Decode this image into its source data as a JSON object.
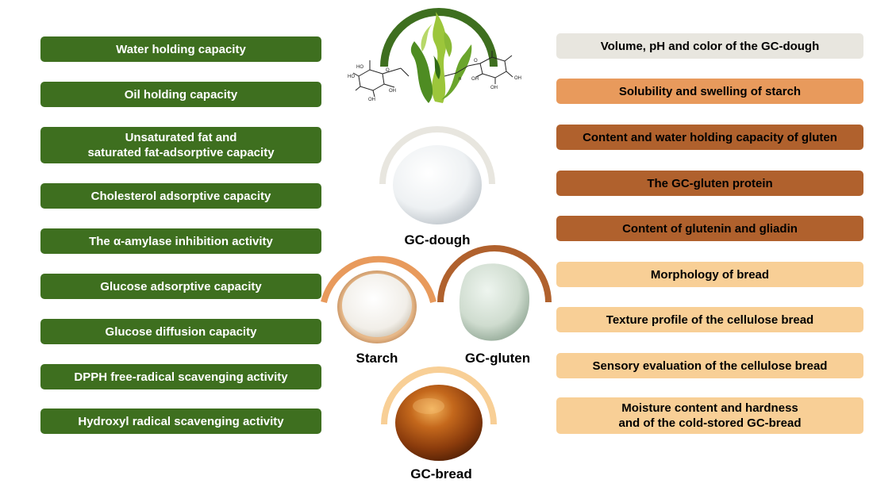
{
  "left_boxes": [
    "Water holding capacity",
    "Oil holding capacity",
    "Unsaturated fat and saturated fat-adsorptive capacity",
    "Cholesterol adsorptive capacity",
    "The α-amylase inhibition activity",
    "Glucose adsorptive capacity",
    "Glucose diffusion capacity",
    "DPPH free-radical scavenging activity",
    "Hydroxyl radical scavenging activity"
  ],
  "left_box3_line1": "Unsaturated fat and",
  "left_box3_line2": "saturated fat-adsorptive capacity",
  "right_boxes": [
    "Volume, pH and color of the GC-dough",
    "Solubility and swelling of starch",
    "Content and water holding capacity of gluten",
    "The GC-gluten protein",
    "Content of glutenin and gliadin",
    "Morphology of bread",
    "Texture profile of the cellulose bread",
    "Sensory evaluation of the cellulose bread",
    "Moisture content and hardness and of the cold-stored GC-bread"
  ],
  "right_box9_line1": "Moisture content and hardness",
  "right_box9_line2": "and of the cold-stored GC-bread",
  "center_labels": {
    "dough": "GC-dough",
    "starch": "Starch",
    "gluten": "GC-gluten",
    "bread": "GC-bread"
  },
  "molecule_labels": [
    "HO",
    "HO",
    "OH",
    "OH",
    "OH",
    "OH",
    "OH",
    "n",
    "O",
    "O"
  ],
  "colors": {
    "green": "#3e6f1f",
    "gray": "#e8e6df",
    "orange": "#e89a5c",
    "brown": "#b0612d",
    "peach": "#f8cf96"
  }
}
